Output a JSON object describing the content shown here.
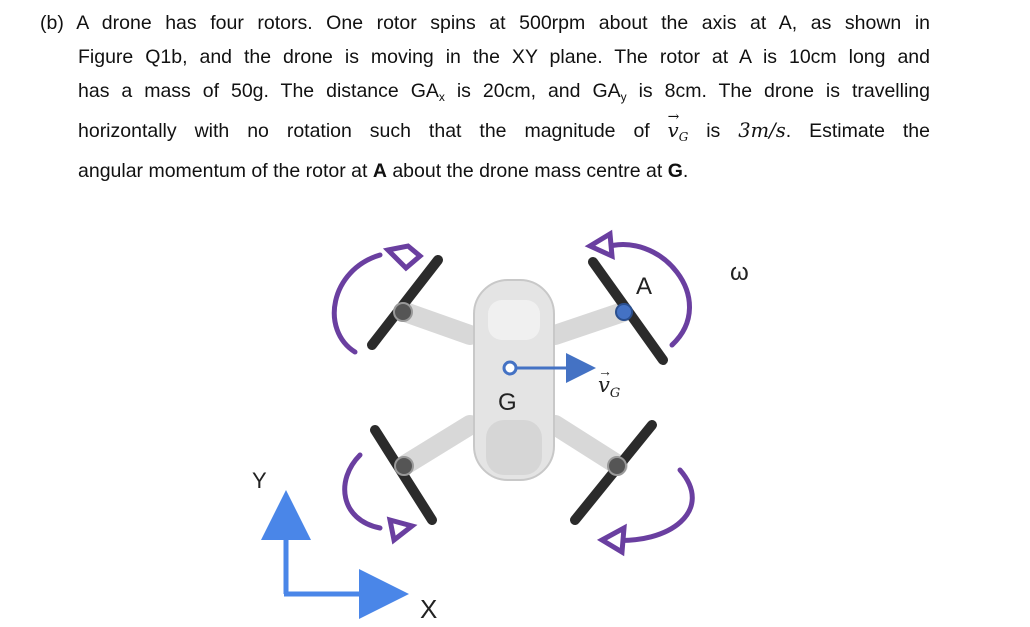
{
  "question": {
    "line1_prefix": "(b) A drone has four rotors. One rotor spins at 500rpm about the axis at A, as shown in",
    "line2": "Figure Q1b, and the drone is moving in the XY plane. The rotor at A is 10cm long and",
    "line3_pre": "has a mass of 50g. The distance GA",
    "line3_sub1": "x",
    "line3_mid": " is 20cm, and GA",
    "line3_sub2": "y",
    "line3_post": " is 8cm. The drone is travelling",
    "line4_pre": "horizontally with no rotation such that the magnitude of ",
    "line4_vec": "v",
    "line4_vec_sub": "G",
    "line4_mid": " is ",
    "line4_math": "3m/s",
    "line4_post": ". Estimate the",
    "line5_pre": "angular momentum of the rotor at ",
    "line5_bold1": "A",
    "line5_mid": " about the drone mass centre at ",
    "line5_bold2": "G",
    "line5_post": "."
  },
  "figure": {
    "label_A": "A",
    "label_G": "G",
    "label_omega": "ω",
    "label_vg": "v",
    "label_vg_sub": "G",
    "axis_x": "X",
    "axis_y": "Y",
    "colors": {
      "arc": "#6a3fa0",
      "marker": "#4472c4",
      "axis": "#4a86e8",
      "prop": "#2b2b2b",
      "body": "#e6e6e6"
    }
  }
}
